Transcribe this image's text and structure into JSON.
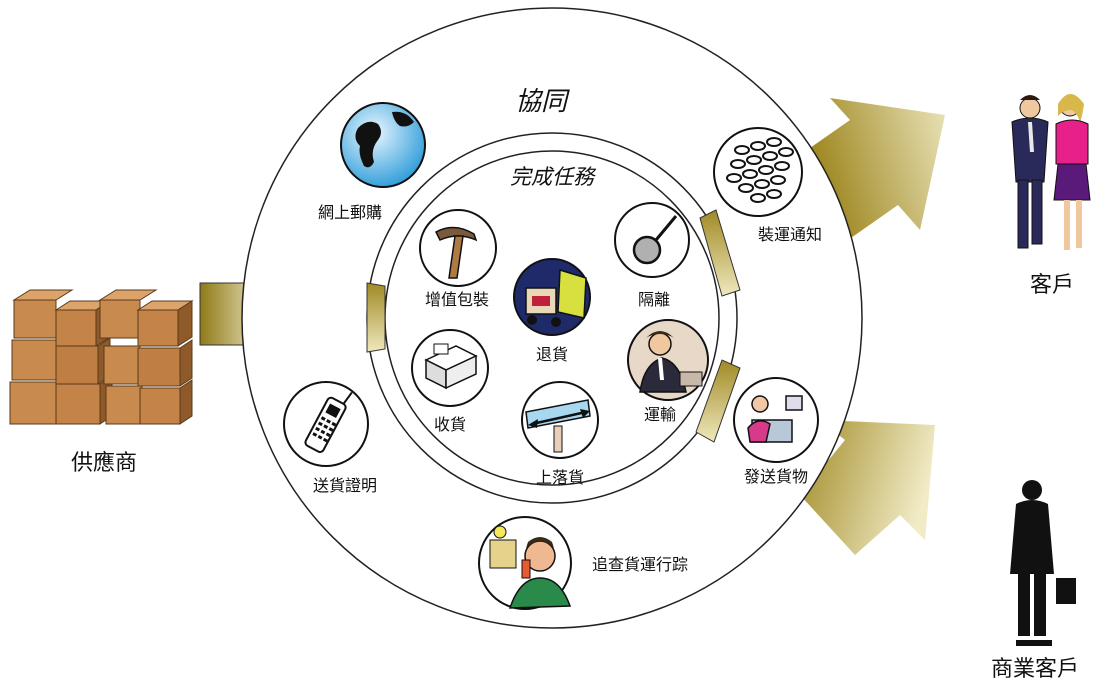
{
  "ring_title": "協同",
  "inner_title": "完成任務",
  "outer_items": {
    "online_purchase": "網上郵購",
    "shipping_notice": "裝運通知",
    "delivery_proof": "送貨證明",
    "send_goods": "發送貨物",
    "tracking": "追查貨運行踪"
  },
  "inner_items": {
    "value_packaging": "增值包裝",
    "isolation": "隔離",
    "returns": "退貨",
    "receiving": "收貨",
    "transport": "運輸",
    "loading": "上落貨"
  },
  "entities": {
    "supplier": "供應商",
    "customer": "客戶",
    "business_customer": "商業客戶"
  },
  "colors": {
    "gold_dark": "#9a8420",
    "gold_light": "#f2ecc4",
    "box": "#c98b4d",
    "box_dark": "#8e5a2a"
  }
}
